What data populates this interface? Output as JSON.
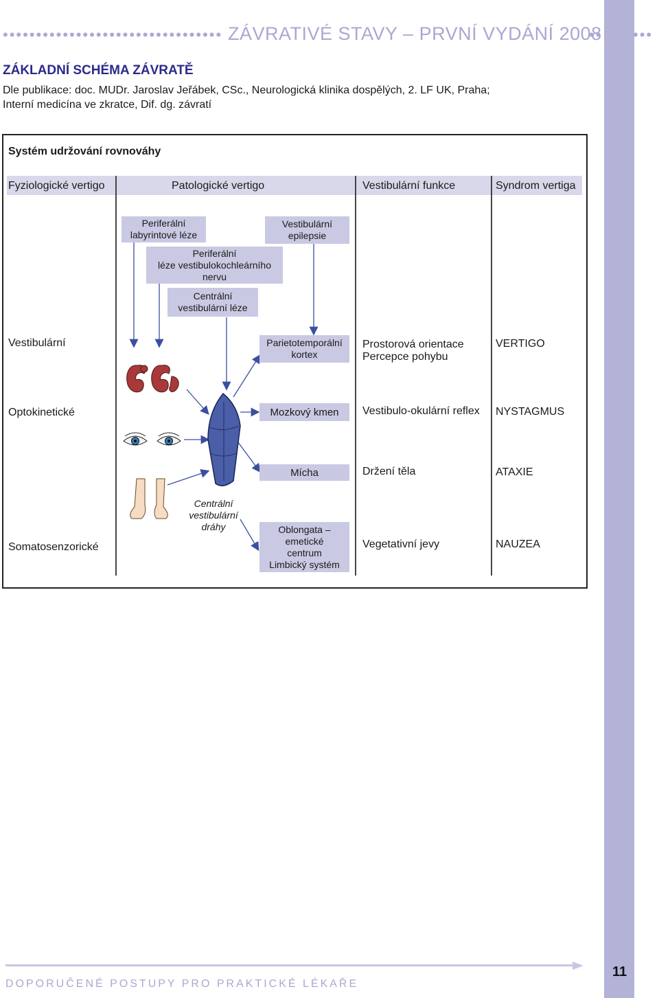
{
  "header": {
    "title": "ZÁVRATIVÉ STAVY – PRVNÍ VYDÁNÍ 2008"
  },
  "section": {
    "title": "ZÁKLADNÍ SCHÉMA ZÁVRATĚ",
    "source_line1": "Dle publikace: doc. MUDr. Jaroslav Jeřábek, CSc., Neurologická klinika dospělých, 2. LF UK, Praha;",
    "source_line2": "Interní medicína ve zkratce, Dif. dg. závratí"
  },
  "diagram": {
    "title": "Systém udržování rovnováhy",
    "columns": [
      "Fyziologické vertigo",
      "Patologické vertigo",
      "Vestibulární funkce",
      "Syndrom vertiga"
    ],
    "lesions": {
      "periph_lab_1": "Periferální",
      "periph_lab_2": "labyrintové léze",
      "vest_epi_1": "Vestibulární",
      "vest_epi_2": "epilepsie",
      "periph_nerve_1": "Periferální",
      "periph_nerve_2": "léze vestibulokochleárního",
      "periph_nerve_3": "nervu",
      "central_1": "Centrální",
      "central_2": "vestibulární léze"
    },
    "rows": [
      {
        "system": "Vestibulární",
        "center_1": "Parietotemporální",
        "center_2": "kortex",
        "function_1": "Prostorová orientace",
        "function_2": "Percepce pohybu",
        "syndrome": "VERTIGO"
      },
      {
        "system": "Optokinetické",
        "center_1": "Mozkový kmen",
        "function_1": "Vestibulo-okulární reflex",
        "syndrome": "NYSTAGMUS"
      },
      {
        "center_1": "Mícha",
        "function_1": "Držení těla",
        "syndrome": "ATAXIE"
      },
      {
        "system": "Somatosenzorické",
        "center_1": "Oblongata –",
        "center_2": "emetické",
        "center_3": "centrum",
        "center_4": "Limbický systém",
        "function_1": "Vegetativní jevy",
        "syndrome": "NAUZEA"
      }
    ],
    "pathways_1": "Centrální",
    "pathways_2": "vestibulární",
    "pathways_3": "dráhy",
    "colors": {
      "accent": "#2c2a8a",
      "box_fill": "#c9c9e3",
      "sidebar": "#b3b3d8",
      "brain": "#4a5fa8",
      "arrow": "#3b4fa0"
    }
  },
  "footer": {
    "text": "DOPORUČENÉ POSTUPY PRO PRAKTICKÉ LÉKAŘE",
    "page_number": "11"
  }
}
